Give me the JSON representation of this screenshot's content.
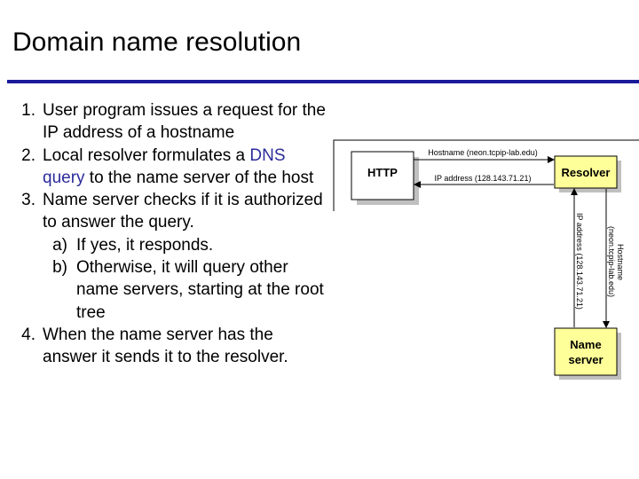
{
  "slide": {
    "title": "Domain name resolution"
  },
  "steps": {
    "s1": {
      "num": "1.",
      "text": "User program issues a request for the IP address of a hostname"
    },
    "s2": {
      "num": "2.",
      "pre": "Local resolver formulates a ",
      "highlight": "DNS query",
      "post": " to the name server of the host"
    },
    "s3": {
      "num": "3.",
      "text": "Name server checks if it is authorized to answer the query."
    },
    "s3a": {
      "num": "a)",
      "text": "If yes, it responds."
    },
    "s3b": {
      "num": "b)",
      "text": "Otherwise,  it will query other name servers, starting at the root tree"
    },
    "s4": {
      "num": "4.",
      "text": "When the name server has the answer it sends it to the resolver."
    }
  },
  "diagram": {
    "http_label": "HTTP",
    "resolver_label": "Resolver",
    "nameserver_line1": "Name",
    "nameserver_line2": "server",
    "arrow_hostname_top": "Hostname (neon.tcpip-lab.edu)",
    "arrow_ip_top": "IP address (128.143.71.21)",
    "arrow_hostname_vertical_line1": "Hostname",
    "arrow_hostname_vertical_line2": "(neon.tcpip-lab.edu)",
    "arrow_ip_vertical": "IP address (128.143.71.21)",
    "colors": {
      "resolver_fill": "#ffff99",
      "shadow": "#c0c0c0",
      "rule": "#1a1a9a",
      "highlight": "#2b2b9b"
    }
  }
}
